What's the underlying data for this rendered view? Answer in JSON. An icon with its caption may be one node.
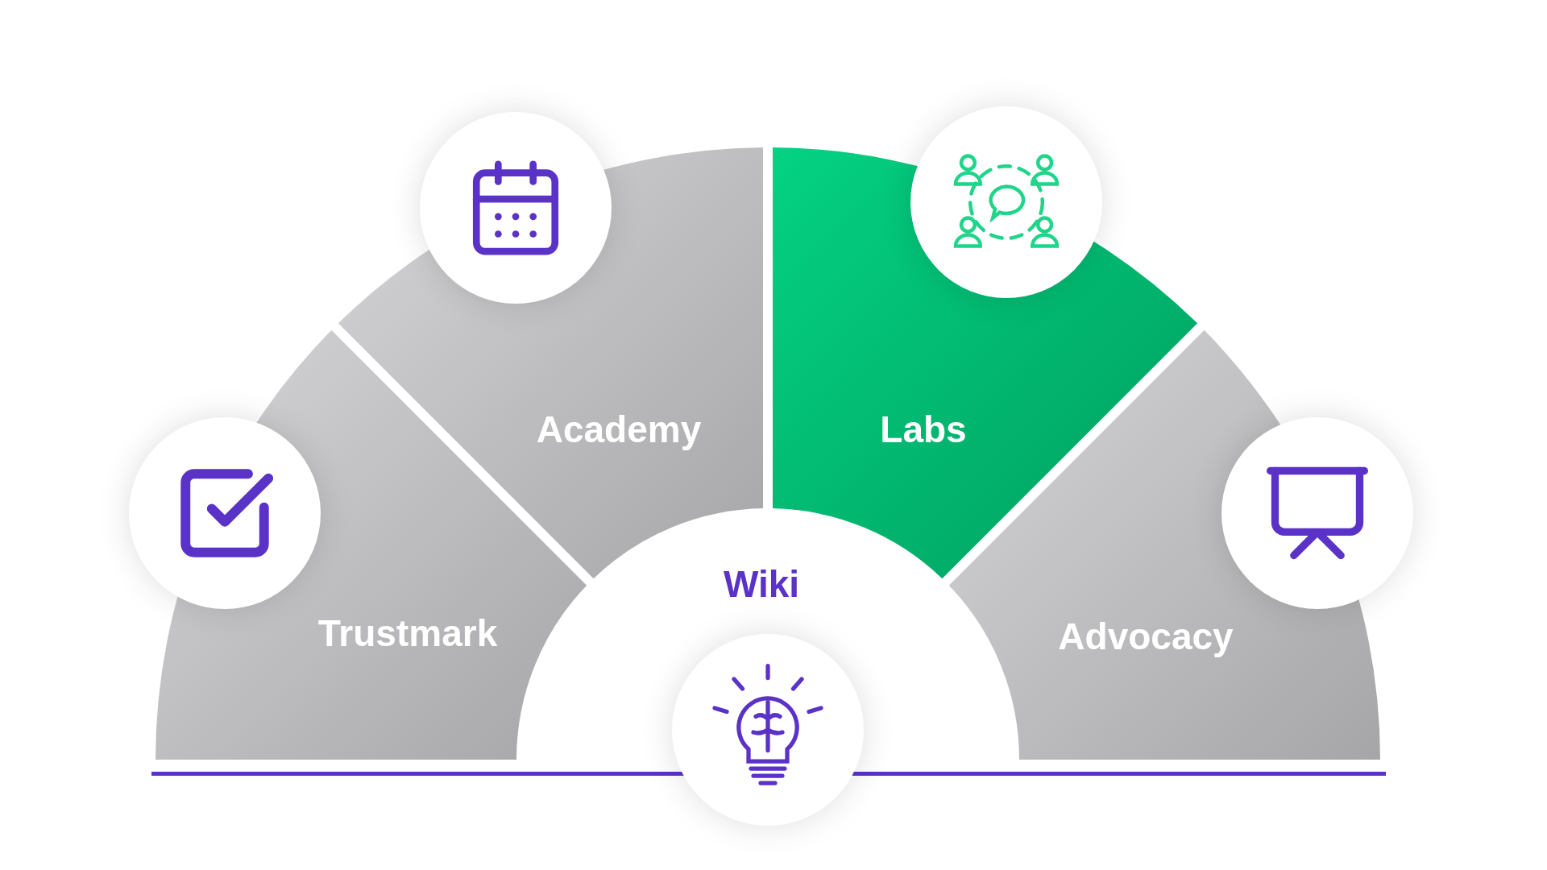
{
  "diagram": {
    "nodes": [
      {
        "text": [
          "Trustmark"
        ]
      },
      {
        "text": [
          "Academy"
        ]
      },
      {
        "text": [
          "Wiki"
        ]
      },
      {
        "text": [
          "Labs"
        ]
      },
      {
        "text": [
          "Advocacy"
        ]
      }
    ]
  }
}
